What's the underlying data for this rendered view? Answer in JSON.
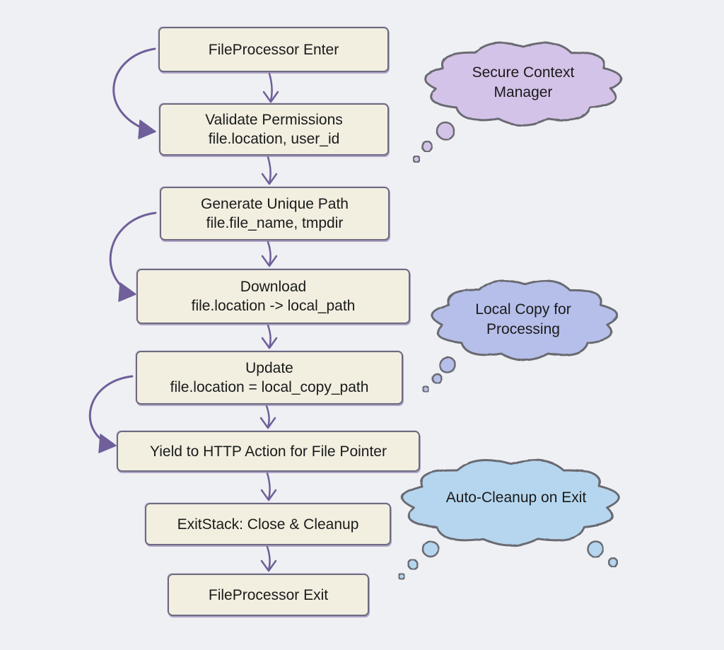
{
  "diagram": {
    "type": "flowchart",
    "style": "hand-drawn",
    "colors": {
      "background": "#eef0f3",
      "node_fill": "#f2efe1",
      "node_border": "#6e6a80",
      "arrow": "#6f5f9a",
      "cloud_purple": "#d4c3e8",
      "cloud_periwinkle": "#b6bfea",
      "cloud_blue": "#b5d6ee",
      "cloud_outline": "#6b6b72"
    },
    "nodes": [
      {
        "id": "enter",
        "lines": [
          "FileProcessor Enter"
        ]
      },
      {
        "id": "validate",
        "lines": [
          "Validate Permissions",
          "file.location, user_id"
        ]
      },
      {
        "id": "generate",
        "lines": [
          "Generate Unique Path",
          "file.file_name, tmpdir"
        ]
      },
      {
        "id": "download",
        "lines": [
          "Download",
          "file.location -> local_path"
        ]
      },
      {
        "id": "update",
        "lines": [
          "Update",
          "file.location = local_copy_path"
        ]
      },
      {
        "id": "yield",
        "lines": [
          "Yield to HTTP Action for File Pointer"
        ]
      },
      {
        "id": "exitstack",
        "lines": [
          "ExitStack: Close & Cleanup"
        ]
      },
      {
        "id": "exit",
        "lines": [
          "FileProcessor Exit"
        ]
      }
    ],
    "edges": [
      {
        "from": "enter",
        "to": "validate",
        "kind": "straight"
      },
      {
        "from": "validate",
        "to": "generate",
        "kind": "straight"
      },
      {
        "from": "generate",
        "to": "download",
        "kind": "straight"
      },
      {
        "from": "download",
        "to": "update",
        "kind": "straight"
      },
      {
        "from": "update",
        "to": "yield",
        "kind": "straight"
      },
      {
        "from": "yield",
        "to": "exitstack",
        "kind": "straight"
      },
      {
        "from": "exitstack",
        "to": "exit",
        "kind": "straight"
      },
      {
        "from": "enter",
        "to": "validate",
        "kind": "curved-left"
      },
      {
        "from": "generate",
        "to": "download",
        "kind": "curved-left"
      },
      {
        "from": "update",
        "to": "yield",
        "kind": "curved-left"
      }
    ],
    "callouts": [
      {
        "id": "secure",
        "lines": [
          "Secure Context",
          "Manager"
        ],
        "color": "purple"
      },
      {
        "id": "local",
        "lines": [
          "Local Copy for",
          "Processing"
        ],
        "color": "periwinkle"
      },
      {
        "id": "cleanup",
        "lines": [
          "Auto-Cleanup on Exit"
        ],
        "color": "blue"
      }
    ]
  }
}
